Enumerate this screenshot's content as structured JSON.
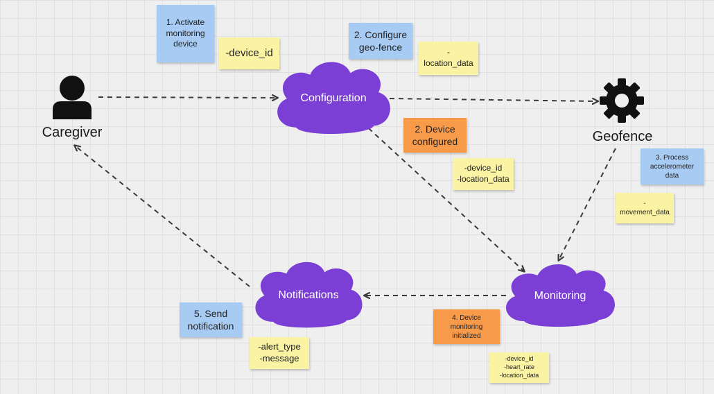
{
  "colors": {
    "cloud": "#7b3fd6",
    "arrow": "#3a3a3a",
    "note_blue": "#a7cbf2",
    "note_yellow": "#fbf3a4",
    "note_orange": "#f79a4a"
  },
  "actors": {
    "caregiver": {
      "label": "Caregiver",
      "icon": "person-icon"
    },
    "geofence": {
      "label": "Geofence",
      "icon": "gear-icon"
    }
  },
  "clouds": {
    "configuration": "Configuration",
    "monitoring": "Monitoring",
    "notifications": "Notifications"
  },
  "notes": {
    "activate": "1. Activate\nmonitoring\ndevice",
    "device_id": "-device_id",
    "configure": "2. Configure\ngeo-fence",
    "location": "-\nlocation_data",
    "configured": "2. Device\nconfigured",
    "configured_params": "-device_id\n-location_data",
    "process": "3. Process\naccelerometer\ndata",
    "movement": "-\nmovement_data",
    "initialized": "4. Device\nmonitoring\ninitialized",
    "monitoring_params": "-device_id\n-heart_rate\n-location_data",
    "send": "5. Send\nnotification",
    "notify_params": "-alert_type\n-message"
  }
}
